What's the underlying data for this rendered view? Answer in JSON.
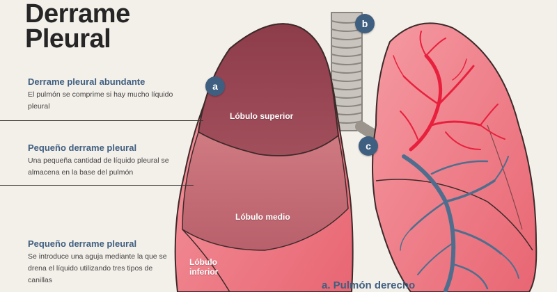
{
  "title": {
    "line1": "Derrame",
    "line2": "Pleural"
  },
  "notes": [
    {
      "heading": "Derrame pleural abundante",
      "text": "El pulmón se comprime si hay mucho líquido pleural"
    },
    {
      "heading": "Pequeño derrame pleural",
      "text": "Una pequeña cantidad de líquido pleural se almacena en la base del pulmón"
    },
    {
      "heading": "Pequeño derrame pleural",
      "text": "Se introduce una aguja mediante la que se drena el líquido utilizando tres tipos de canillas"
    }
  ],
  "lobes": {
    "upper": "Lóbulo superior",
    "middle": "Lóbulo medio",
    "lower": "Lóbulo\ninferior"
  },
  "markers": {
    "a": "a",
    "b": "b",
    "c": "c"
  },
  "caption": "a. Pulmón derecho",
  "colors": {
    "accent": "#3f5f80",
    "upper_lobe": "#9c4a55",
    "middle_lobe": "#c66b74",
    "lung_pink": "#f07a85",
    "artery": "#e8203d",
    "vein": "#4f6e8e"
  }
}
